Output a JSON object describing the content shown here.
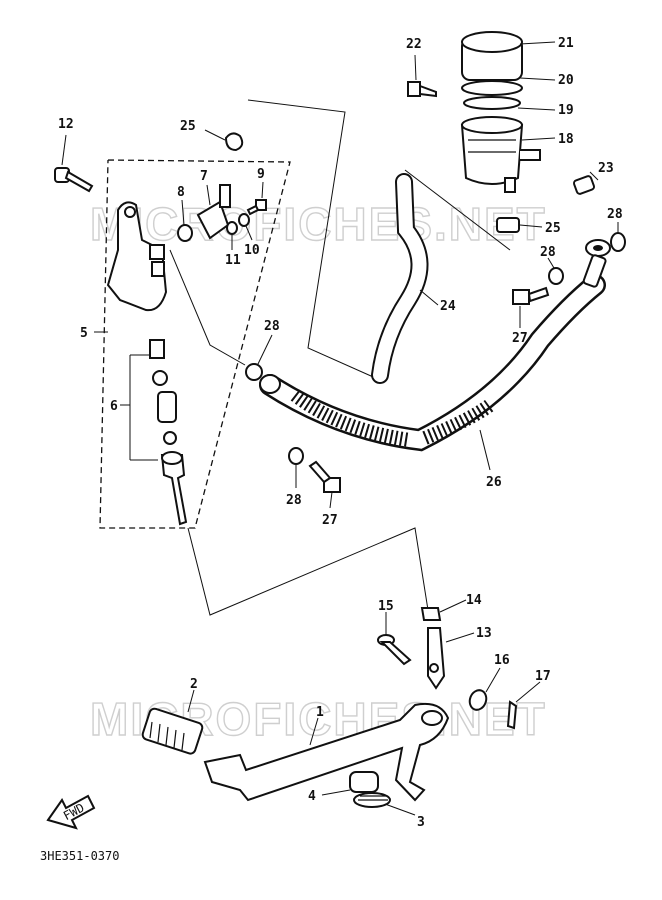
{
  "watermark": "MICROFICHES.NET",
  "diagram_code": "3HE351-0370",
  "fwd_label": "FWD",
  "callouts": {
    "c1": "1",
    "c2": "2",
    "c3": "3",
    "c4": "4",
    "c5": "5",
    "c6": "6",
    "c7": "7",
    "c8": "8",
    "c9": "9",
    "c10": "10",
    "c11": "11",
    "c12": "12",
    "c13": "13",
    "c14": "14",
    "c15": "15",
    "c16": "16",
    "c17": "17",
    "c18": "18",
    "c19": "19",
    "c20": "20",
    "c21": "21",
    "c22": "22",
    "c23": "23",
    "c24": "24",
    "c25a": "25",
    "c25b": "25",
    "c26": "26",
    "c27a": "27",
    "c27b": "27",
    "c28a": "28",
    "c28b": "28",
    "c28c": "28",
    "c28d": "28"
  }
}
